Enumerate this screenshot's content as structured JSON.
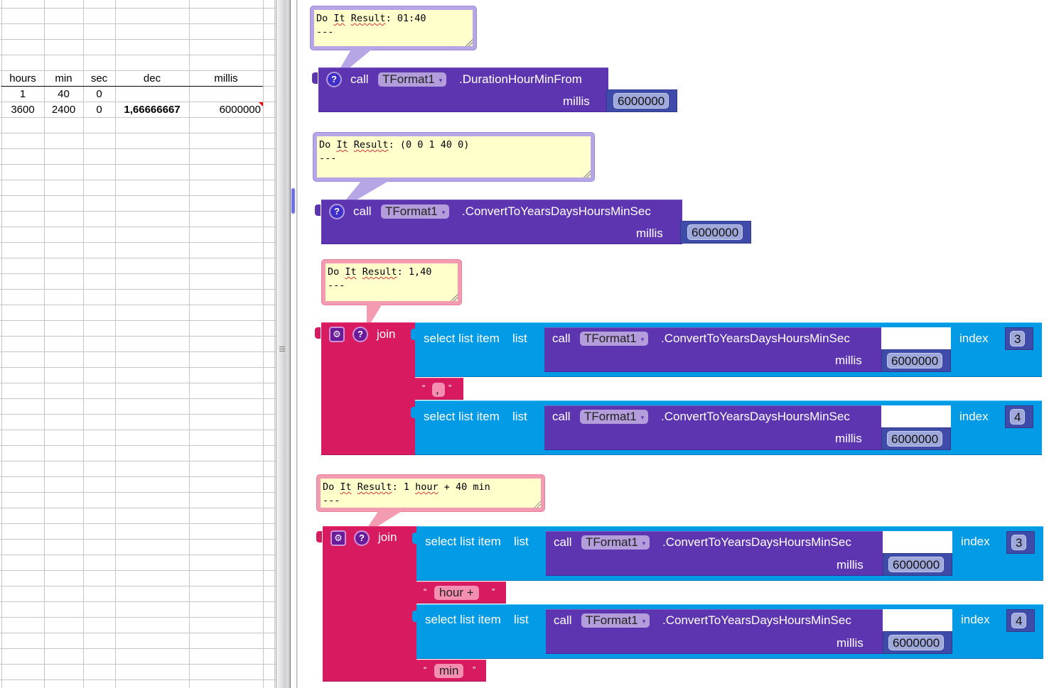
{
  "spreadsheet": {
    "headers": [
      "hours",
      "min",
      "sec",
      "dec",
      "millis"
    ],
    "rows": [
      [
        "1",
        "40",
        "0",
        "",
        ""
      ],
      [
        "3600",
        "2400",
        "0",
        "1,66666667",
        "6000000"
      ]
    ]
  },
  "workspace": {
    "blocks": [
      {
        "result": {
          "prefix": "Do ",
          "it": "It",
          "result_word": "Result",
          "value": ": 01:40",
          "sep": "---"
        },
        "call": "call",
        "component": "TFormat1",
        "method": ".DurationHourMinFrom",
        "param": "millis",
        "millis_value": "6000000"
      },
      {
        "result": {
          "prefix": "Do ",
          "it": "It",
          "result_word": "Result",
          "value": ": (0 0 1 40 0)",
          "sep": "---"
        },
        "call": "call",
        "component": "TFormat1",
        "method": ".ConvertToYearsDaysHoursMinSec",
        "param": "millis",
        "millis_value": "6000000"
      },
      {
        "result": {
          "prefix": "Do ",
          "it": "It",
          "result_word": "Result",
          "value": ": 1,40",
          "sep": "---"
        },
        "join": "join",
        "select_label": "select list item",
        "list_label": "list",
        "index_label": "index",
        "call": "call",
        "component": "TFormat1",
        "method": ".ConvertToYearsDaysHoursMinSec",
        "param": "millis",
        "items": [
          {
            "millis_value": "6000000",
            "index": "3"
          },
          {
            "text": ","
          },
          {
            "millis_value": "6000000",
            "index": "4"
          }
        ]
      },
      {
        "result": {
          "prefix": "Do ",
          "it": "It",
          "result_word": "Result",
          "value": ": 1 ",
          "hour_word": "hour",
          "value2": " + 40 min",
          "sep": "---"
        },
        "join": "join",
        "select_label": "select list item",
        "list_label": "list",
        "index_label": "index",
        "call": "call",
        "component": "TFormat1",
        "method": ".ConvertToYearsDaysHoursMinSec",
        "param": "millis",
        "items": [
          {
            "millis_value": "6000000",
            "index": "3"
          },
          {
            "text": "hour +"
          },
          {
            "millis_value": "6000000",
            "index": "4"
          },
          {
            "text": "min"
          }
        ]
      }
    ],
    "open_quote": "“",
    "close_quote": "”",
    "help_glyph": "?",
    "gear_glyph": "⚙",
    "dropdown_arrow": "▾"
  },
  "colors": {
    "component_block": "#5e35b1",
    "math_block": "#3f4ba8",
    "list_block": "#039be5",
    "text_block": "#d81b60",
    "comment_bg": "#ffffcc"
  }
}
